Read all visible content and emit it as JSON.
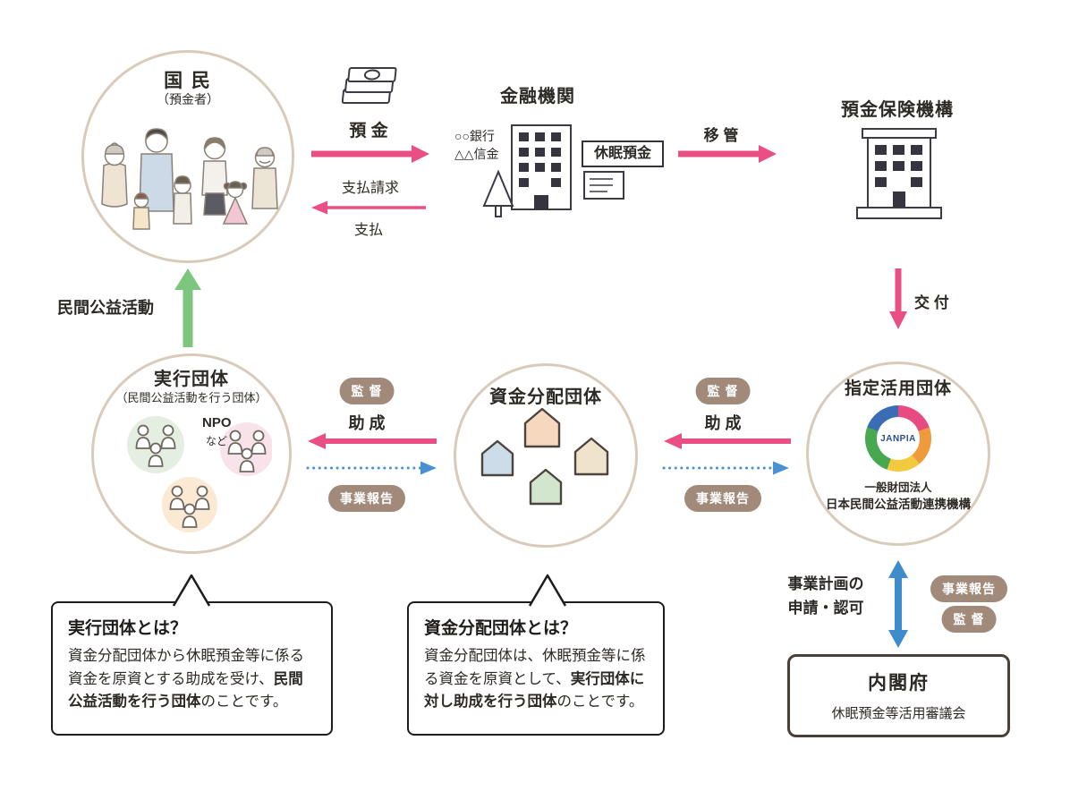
{
  "colors": {
    "pink": "#e94f82",
    "green": "#7cc67d",
    "blue": "#3f8ccc",
    "badge": "#a28a7b",
    "circle_border": "#d9cbba"
  },
  "kokumin": {
    "title": "国 民",
    "subtitle": "（預金者）"
  },
  "kinyu": {
    "title": "金融機関",
    "bank1": "○○銀行",
    "bank2": "△△信金",
    "kyumin_box": "休眠預金"
  },
  "yokinhoken": {
    "title": "預金保険機構"
  },
  "shitei": {
    "title": "指定活用団体",
    "logo": "JANPIA",
    "org_type": "一般財団法人",
    "org_name": "日本民間公益活動連携機構"
  },
  "shikin": {
    "title": "資金分配団体"
  },
  "jikkou": {
    "title": "実行団体",
    "subtitle": "（民間公益活動を行う団体）",
    "npo": "NPO",
    "nado": "など"
  },
  "flows": {
    "yokin": "預 金",
    "shiharai_seikyu": "支払請求",
    "shiharai": "支払",
    "ikan": "移 管",
    "kofu": "交 付",
    "minkan_koeki": "民間公益活動",
    "kantoku_left": "監 督",
    "josei_left": "助 成",
    "jigyo_left": "事業報告",
    "kantoku_mid": "監 督",
    "josei_mid": "助 成",
    "jigyo_mid": "事業報告",
    "keikaku_line1": "事業計画の",
    "keikaku_line2": "申請・認可",
    "jigyo_right": "事業報告",
    "kantoku_right": "監 督"
  },
  "bubbles": {
    "jikkou": {
      "title": "実行団体とは？",
      "pre": "資金分配団体から休眠預金等に係る資金を原資とする助成を受け、",
      "bold": "民間公益活動を行う団体",
      "post": "のことです。"
    },
    "shikin": {
      "title": "資金分配団体とは？",
      "pre": "資金分配団体は、休眠預金等に係る資金を原資として、",
      "bold": "実行団体に対し助成を行う団体",
      "post": "のことです。"
    }
  },
  "naikaku": {
    "title": "内閣府",
    "subtitle": "休眠預金等活用審議会"
  }
}
